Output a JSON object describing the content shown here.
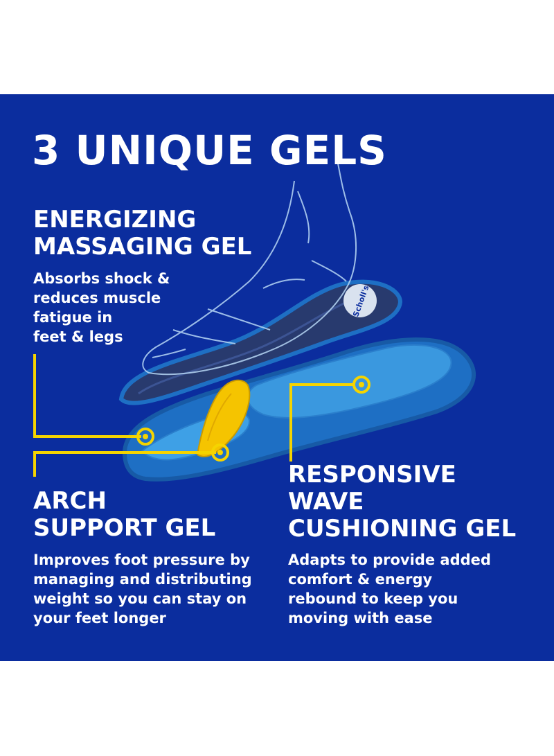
{
  "colors": {
    "background": "#0b2d9e",
    "text": "#ffffff",
    "accent": "#f5d400",
    "insole_blue": "#1e6fc4",
    "insole_dark": "#283a6e"
  },
  "headline": "3 UNIQUE GELS",
  "brand_mark": "Scholl's",
  "features": {
    "massaging": {
      "title": "ENERGIZING\nMASSAGING GEL",
      "description": "Absorbs shock &\nreduces muscle\nfatigue in\nfeet & legs"
    },
    "arch": {
      "title": "ARCH\nSUPPORT GEL",
      "description": "Improves foot pressure by\nmanaging and distributing\nweight so you can stay on\nyour feet longer"
    },
    "wave": {
      "title": "RESPONSIVE\nWAVE\nCUSHIONING GEL",
      "description": "Adapts to provide added\ncomfort & energy\nrebound to keep you\nmoving with ease"
    }
  }
}
